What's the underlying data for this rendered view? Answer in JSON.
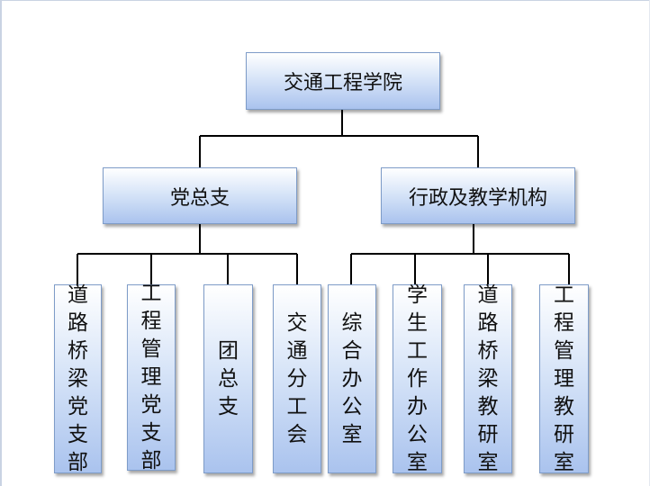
{
  "root": {
    "label": "交通工程学院"
  },
  "branches": [
    {
      "label": "党总支",
      "children": [
        "道路桥梁党支部",
        "工程管理党支部",
        "团总支",
        "交通分工会"
      ]
    },
    {
      "label": "行政及教学机构",
      "children": [
        "综合办公室",
        "学生工作办公室",
        "道路桥梁教研室",
        "工程管理教研室"
      ]
    }
  ]
}
